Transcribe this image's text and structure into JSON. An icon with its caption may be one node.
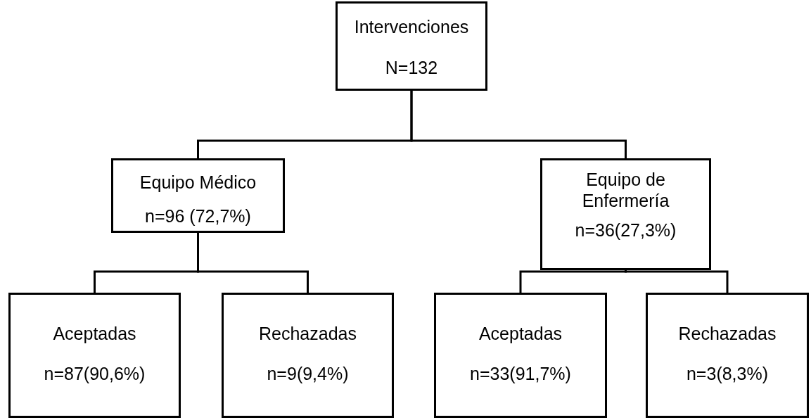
{
  "diagram": {
    "nodes": [
      {
        "text": [
          "Intervenciones",
          "N=132"
        ]
      },
      {
        "text": [
          "Equipo Médico",
          "n=96 (72,7%)"
        ]
      },
      {
        "text": [
          "Equipo de Enfermería",
          "n=36(27,3%)"
        ]
      },
      {
        "text": [
          "Aceptadas",
          "n=87(90,6%)"
        ]
      },
      {
        "text": [
          "Rechazadas",
          "n=9(9,4%)"
        ]
      },
      {
        "text": [
          "Aceptadas",
          "n=33(91,7%)"
        ]
      },
      {
        "text": [
          "Rechazadas",
          "n=3(8,3%)"
        ]
      }
    ],
    "edges": [
      {
        "from": 0,
        "to": 1,
        "arrow": "none"
      },
      {
        "from": 0,
        "to": 2,
        "arrow": "none"
      },
      {
        "from": 1,
        "to": 3,
        "arrow": "none"
      },
      {
        "from": 1,
        "to": 4,
        "arrow": "none"
      },
      {
        "from": 2,
        "to": 5,
        "arrow": "none"
      },
      {
        "from": 2,
        "to": 6,
        "arrow": "none"
      }
    ]
  }
}
